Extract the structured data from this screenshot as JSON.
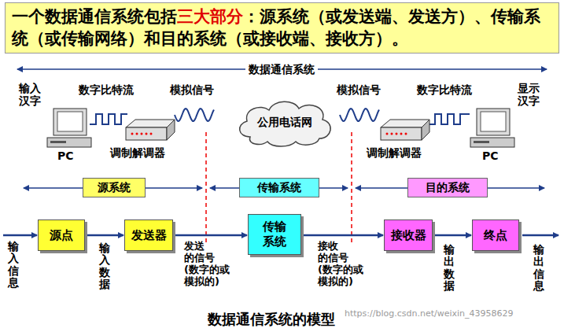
{
  "diagram": {
    "caption": "数据通信系统的模型",
    "nodes": [
      {
        "text": [
          "一个数据通信系统包括",
          "三大部分",
          "：源系统（或发送端、发送方）、传输系统（或传输网络）和目的系统（或接收端、接收方）。"
        ]
      },
      {
        "text": [
          "公用电话网"
        ]
      },
      {
        "text": [
          "源系统"
        ]
      },
      {
        "text": [
          "传输系统"
        ]
      },
      {
        "text": [
          "目的系统"
        ]
      },
      {
        "text": [
          "源点"
        ]
      },
      {
        "text": [
          "发送器"
        ]
      },
      {
        "text": [
          "传输 系统"
        ]
      },
      {
        "text": [
          "接收器"
        ]
      },
      {
        "text": [
          "终点"
        ]
      }
    ],
    "edges": [
      {
        "from": 5,
        "to": 6,
        "arrow": "to"
      },
      {
        "from": 6,
        "to": 7,
        "arrow": "to"
      },
      {
        "from": 7,
        "to": 8,
        "arrow": "to"
      },
      {
        "from": 8,
        "to": 9,
        "arrow": "to"
      }
    ],
    "labels": [
      "数据通信系统",
      "输入 汉字",
      "数字比特流",
      "模拟信号",
      "PC",
      "调制解调器",
      "模拟信号",
      "数字比特流",
      "显示 汉字",
      "调制解调器",
      "PC",
      "输入信息",
      "输入数据",
      "发送 的信号 (数字的或 模拟的)",
      "接收 的信号 (数字的或 模拟的)",
      "输出数据",
      "输出信息",
      "https://blog.csdn.net/weixin_43958629"
    ]
  }
}
